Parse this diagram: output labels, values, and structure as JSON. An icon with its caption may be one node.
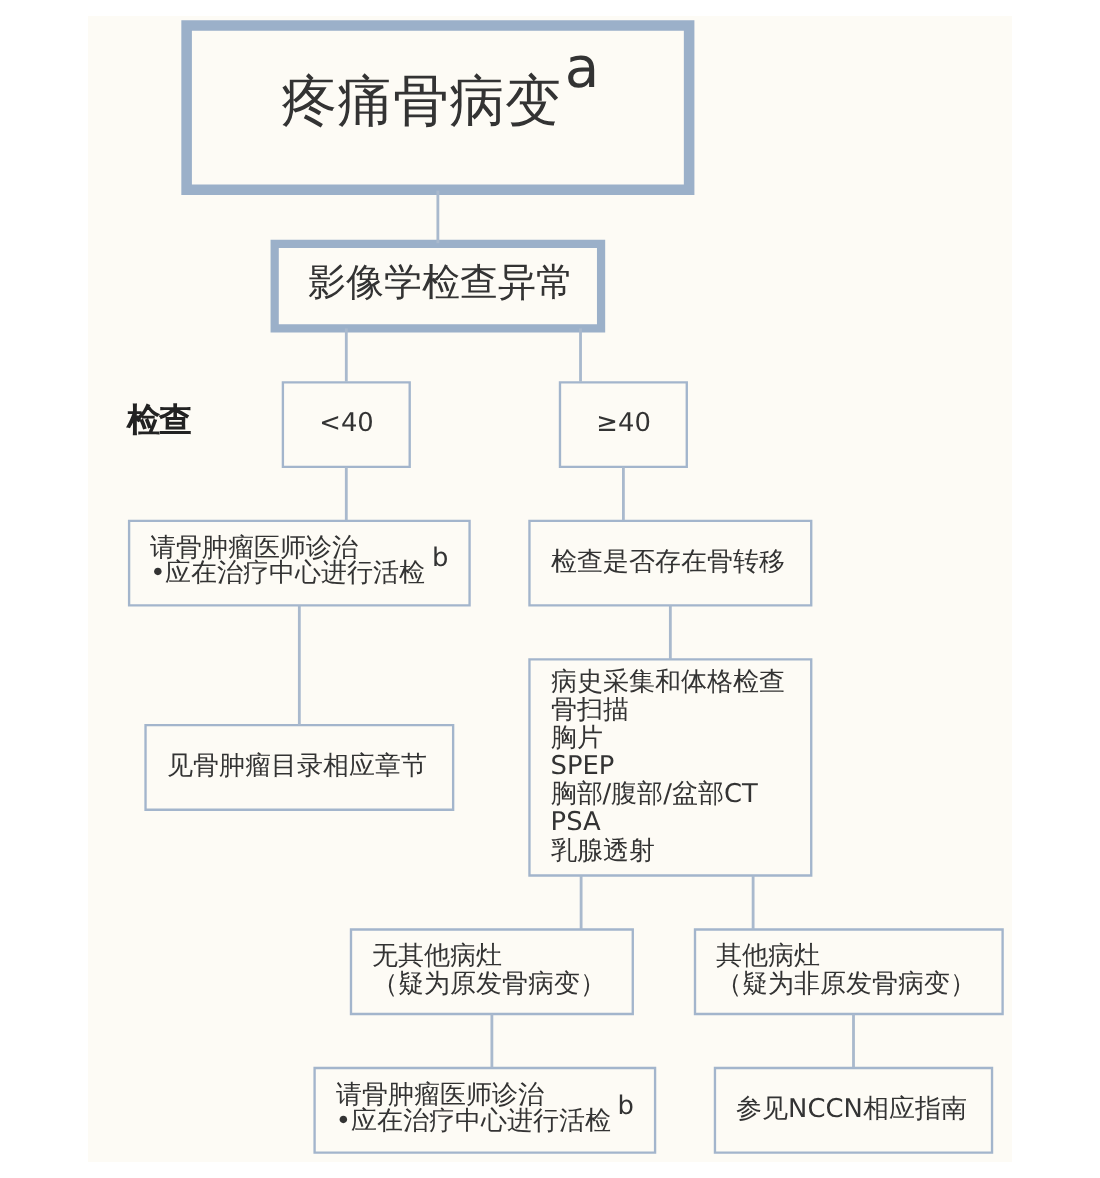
{
  "diagram": {
    "nodes": [
      {
        "text": [
          "疼痛骨病变$^{a}$"
        ]
      },
      {
        "text": [
          "影像学检查异常"
        ]
      },
      {
        "text": [
          "<40"
        ]
      },
      {
        "text": [
          "≥40"
        ]
      },
      {
        "text": [
          "请骨肿瘤医师诊治",
          "•应在治疗中心进行活检$^{b}$"
        ]
      },
      {
        "text": [
          "见骨肿瘤目录相应章节"
        ]
      },
      {
        "text": [
          "检查是否存在骨转移"
        ]
      },
      {
        "text": [
          "病史采集和体格检查",
          "骨扫描",
          "胸片",
          "SPEP",
          "胸部/腹部/盆部CT",
          "PSA",
          "乳腺透射"
        ]
      },
      {
        "text": [
          "无其他病灶",
          "（疑为原发骨病变）"
        ]
      },
      {
        "text": [
          "其他病灶",
          "（疑为非原发骨病变）"
        ]
      },
      {
        "text": [
          "请骨肿瘤医师诊治",
          "•应在治疗中心进行活检$^{b}$"
        ]
      },
      {
        "text": [
          "参见NCCN相应指南"
        ]
      }
    ],
    "edges": [
      {
        "from": 0,
        "to": 1,
        "arrow": "none"
      },
      {
        "from": 1,
        "to": 2,
        "arrow": "none"
      },
      {
        "from": 1,
        "to": 3,
        "arrow": "none"
      },
      {
        "from": 2,
        "to": 4,
        "arrow": "none"
      },
      {
        "from": 4,
        "to": 5,
        "arrow": "none"
      },
      {
        "from": 3,
        "to": 6,
        "arrow": "none"
      },
      {
        "from": 6,
        "to": 7,
        "arrow": "none"
      },
      {
        "from": 7,
        "to": 8,
        "arrow": "none"
      },
      {
        "from": 7,
        "to": 9,
        "arrow": "none"
      },
      {
        "from": 8,
        "to": 10,
        "arrow": "none"
      },
      {
        "from": 9,
        "to": 11,
        "arrow": "none"
      }
    ],
    "labels": [
      "检查"
    ]
  }
}
